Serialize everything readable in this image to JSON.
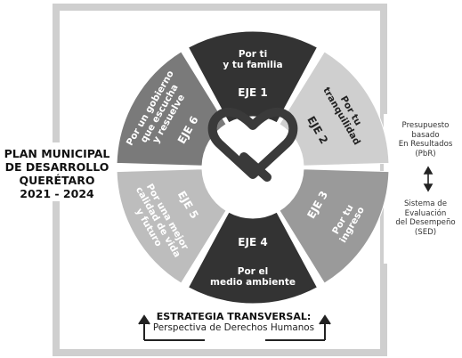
{
  "plan": {
    "lines": [
      "PLAN MUNICIPAL",
      "DE DESARROLLO",
      "QUERÉTARO",
      "2021 - 2024"
    ]
  },
  "ejes": [
    {
      "id": "EJE 1",
      "text": [
        "Por ti",
        "y tu familia"
      ],
      "color": "#333333",
      "text_color": "#ffffff"
    },
    {
      "id": "EJE 2",
      "text": [
        "Por tu",
        "tranquilidad"
      ],
      "color": "#cfcfcf",
      "text_color": "#222222"
    },
    {
      "id": "EJE 3",
      "text": [
        "Por tu",
        "ingreso"
      ],
      "color": "#9a9a9a",
      "text_color": "#ffffff"
    },
    {
      "id": "EJE 4",
      "text": [
        "Por el",
        "medio ambiente"
      ],
      "color": "#333333",
      "text_color": "#ffffff"
    },
    {
      "id": "EJE 5",
      "text": [
        "Por una mejor",
        "calidad de vida",
        "y futuro"
      ],
      "color": "#bdbdbd",
      "text_color": "#ffffff"
    },
    {
      "id": "EJE 6",
      "text": [
        "Por un gobierno",
        "que escucha",
        "y resuelve"
      ],
      "color": "#7a7a7a",
      "text_color": "#ffffff"
    }
  ],
  "pbr": {
    "lines": [
      "Presupuesto",
      "basado",
      "En Resultados",
      "(PbR)"
    ]
  },
  "sed": {
    "lines": [
      "Sistema de",
      "Evaluación",
      "del Desempeño",
      "(SED)"
    ]
  },
  "strategy": {
    "title": "ESTRATEGIA TRANSVERSAL:",
    "subtitle": "Perspectiva de Derechos Humanos"
  },
  "icons": [
    "heart-q-logo-icon",
    "double-arrow-icon",
    "up-arrow-icon"
  ]
}
